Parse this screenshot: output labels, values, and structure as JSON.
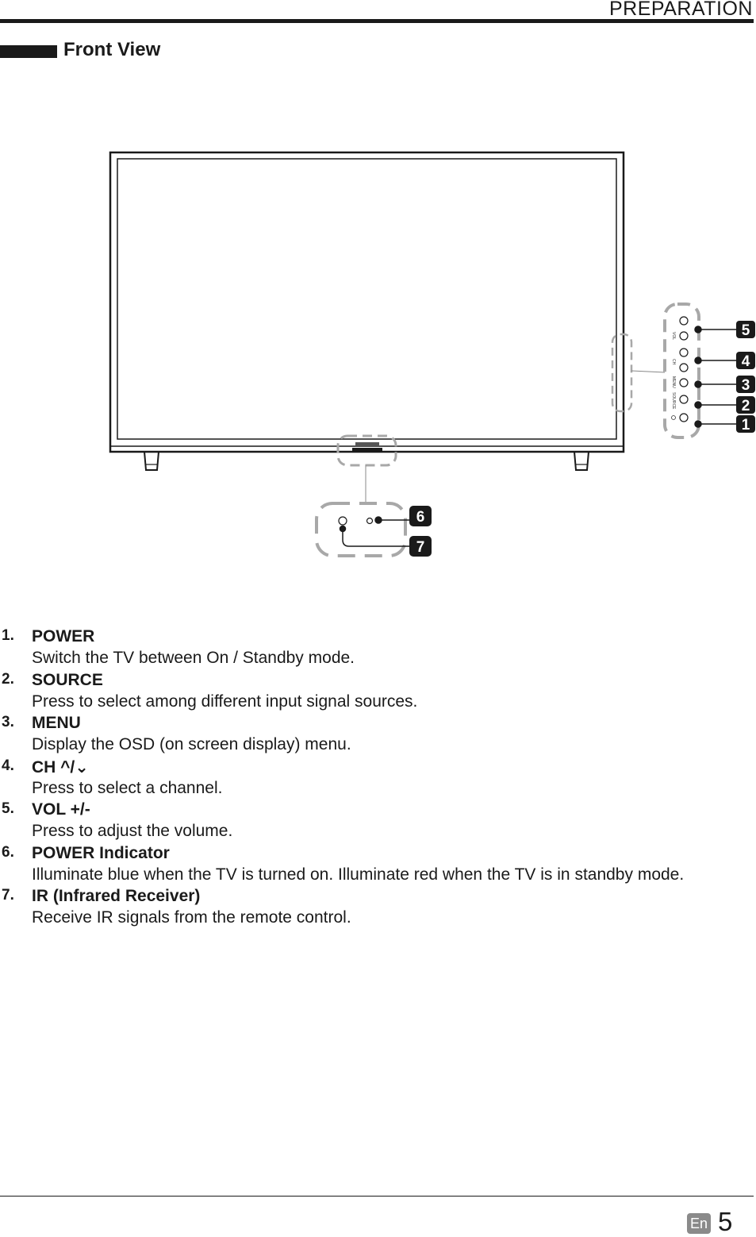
{
  "header": {
    "section": "PREPARATION"
  },
  "section": {
    "title": "Front View"
  },
  "diagram": {
    "panel_labels": [
      "VOL",
      "CH",
      "MENU",
      "SOURCE"
    ],
    "callouts": [
      "1",
      "2",
      "3",
      "4",
      "5",
      "6",
      "7"
    ]
  },
  "legend": [
    {
      "num": "1.",
      "title": "POWER",
      "desc": "Switch the TV between On / Standby mode."
    },
    {
      "num": "2.",
      "title": "SOURCE",
      "desc": "Press to select among different input signal sources."
    },
    {
      "num": "3.",
      "title": "MENU",
      "desc": "Display the OSD (on screen display) menu."
    },
    {
      "num": "4.",
      "title": "CH  ^/⌄",
      "desc": "Press to select a channel."
    },
    {
      "num": "5.",
      "title": "VOL +/-",
      "desc": "Press to adjust the volume."
    },
    {
      "num": "6.",
      "title": "POWER Indicator",
      "desc": "Illuminate blue when the TV is turned on. Illuminate red when the TV is in standby mode."
    },
    {
      "num": "7.",
      "title": "IR (Infrared Receiver)",
      "desc": "Receive IR signals from the remote control."
    }
  ],
  "footer": {
    "lang": "En",
    "page": "5"
  }
}
